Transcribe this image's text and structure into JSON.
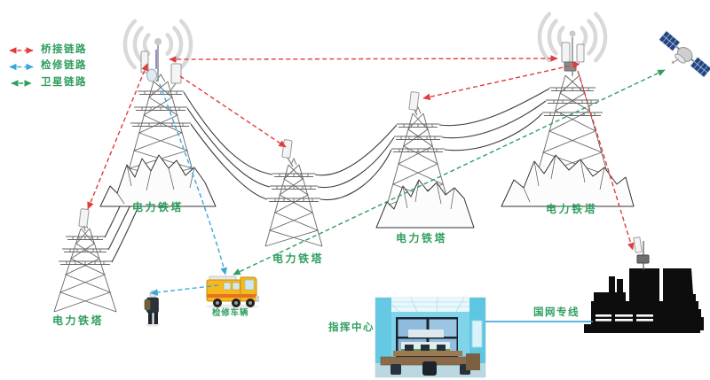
{
  "legend": {
    "items": [
      {
        "name": "bridge-link",
        "label": "桥接链路",
        "color": "#e23c3c"
      },
      {
        "name": "maintenance-link",
        "label": "检修链路",
        "color": "#38a8da"
      },
      {
        "name": "satellite-link",
        "label": "卫星链路",
        "color": "#2f9e5f"
      }
    ]
  },
  "labels": {
    "tower1": "电力铁塔",
    "tower2": "电力铁塔",
    "tower3": "电力铁塔",
    "tower4": "电力铁塔",
    "tower5": "电力铁塔",
    "truck": "检修车辆",
    "command_center": "指挥中心",
    "grid_line": "国网专线"
  },
  "colors": {
    "bridge_link": "#e23c3c",
    "maintenance_link": "#38a8da",
    "satellite_link": "#2f9e5f",
    "label_text": "#2f9e5f",
    "grid_line": "#2b9cd8",
    "wifi_arc": "#d9d9d9"
  }
}
